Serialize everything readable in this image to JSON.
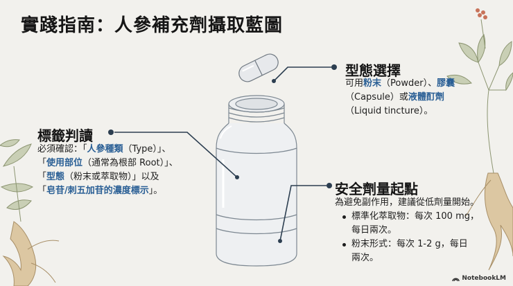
{
  "title": "實踐指南：人參補充劑攝取藍圖",
  "form": {
    "heading": "型態選擇",
    "l1_a": "可用",
    "powder": "粉末",
    "l1_b": "（Powder）、",
    "capsule": "膠囊",
    "l2_a": "（Capsule）或",
    "liquid": "液體酊劑",
    "l3": "（Liquid tincture）。"
  },
  "label": {
    "heading": "標籤判讀",
    "l1_a": "必須確認：「",
    "species": "人參種類",
    "l1_b": "（Type）」、",
    "l2_a": "「",
    "part": "使用部位",
    "l2_b": "（通常為根部 Root）」、",
    "l3_a": "「",
    "form": "型態",
    "l3_b": "（粉末或萃取物）」以及",
    "l4_a": "「",
    "saponin": "皂苷/刺五加苷的濃度標示",
    "l4_b": "」。"
  },
  "dose": {
    "heading": "安全劑量起點",
    "intro": "為避免副作用，建議從低劑量開始。",
    "b1_l1": "標準化萃取物：每次 100 mg，",
    "b1_l2": "每日兩次。",
    "b2_l1": "粉末形式：每次 1-2 g，每日",
    "b2_l2": "兩次。"
  },
  "brand": "NotebookLM",
  "colors": {
    "accent": "#2a5f95",
    "line": "#2c3e50",
    "sketch": "#8e99a3",
    "plant": "#9aa77d",
    "root": "#d9c4a0"
  }
}
